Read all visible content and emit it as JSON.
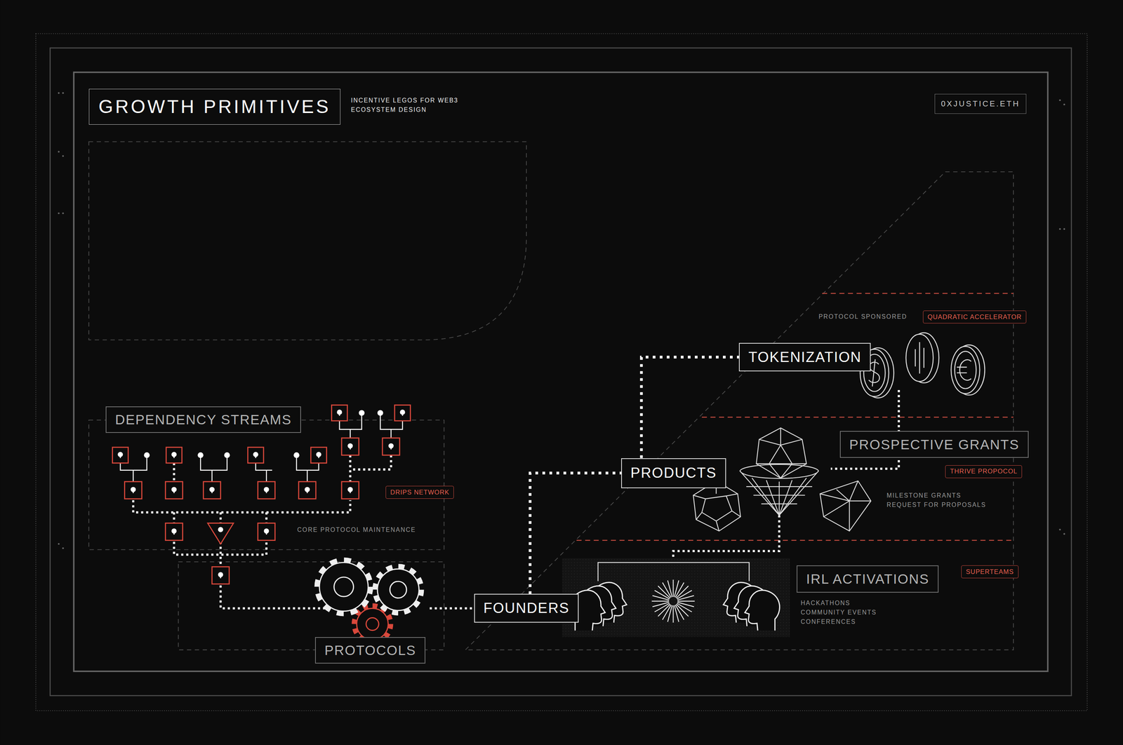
{
  "diagram": {
    "title": "GROWTH PRIMITIVES",
    "nodes": [
      {
        "text": [
          "0XJUSTICE.ETH"
        ]
      },
      {
        "text": [
          "DEPENDENCY STREAMS"
        ]
      },
      {
        "text": [
          "DRIPS NETWORK"
        ]
      },
      {
        "text": [
          "PROTOCOLS"
        ]
      },
      {
        "text": [
          "FOUNDERS"
        ]
      },
      {
        "text": [
          "PRODUCTS"
        ]
      },
      {
        "text": [
          "TOKENIZATION"
        ]
      },
      {
        "text": [
          "QUADRATIC ACCELERATOR"
        ]
      },
      {
        "text": [
          "PROSPECTIVE GRANTS"
        ]
      },
      {
        "text": [
          "THRIVE PROPOCOL"
        ]
      },
      {
        "text": [
          "IRL ACTIVATIONS"
        ]
      },
      {
        "text": [
          "SUPERTEAMS"
        ]
      }
    ],
    "edges": [
      {
        "from": 4,
        "to": 5,
        "arrow": "none"
      },
      {
        "from": 5,
        "to": 6,
        "arrow": "none"
      }
    ],
    "labels": [
      "INCENTIVE LEGOS FOR WEB3 ECOSYSTEM DESIGN",
      "PROTOCOL SPONSORED",
      "CORE PROTOCOL MAINTENANCE",
      "MILESTONE GRANTS REQUEST FOR PROPOSALS",
      "HACKATHONS COMMUNITY EVENTS CONFERENCES"
    ]
  }
}
